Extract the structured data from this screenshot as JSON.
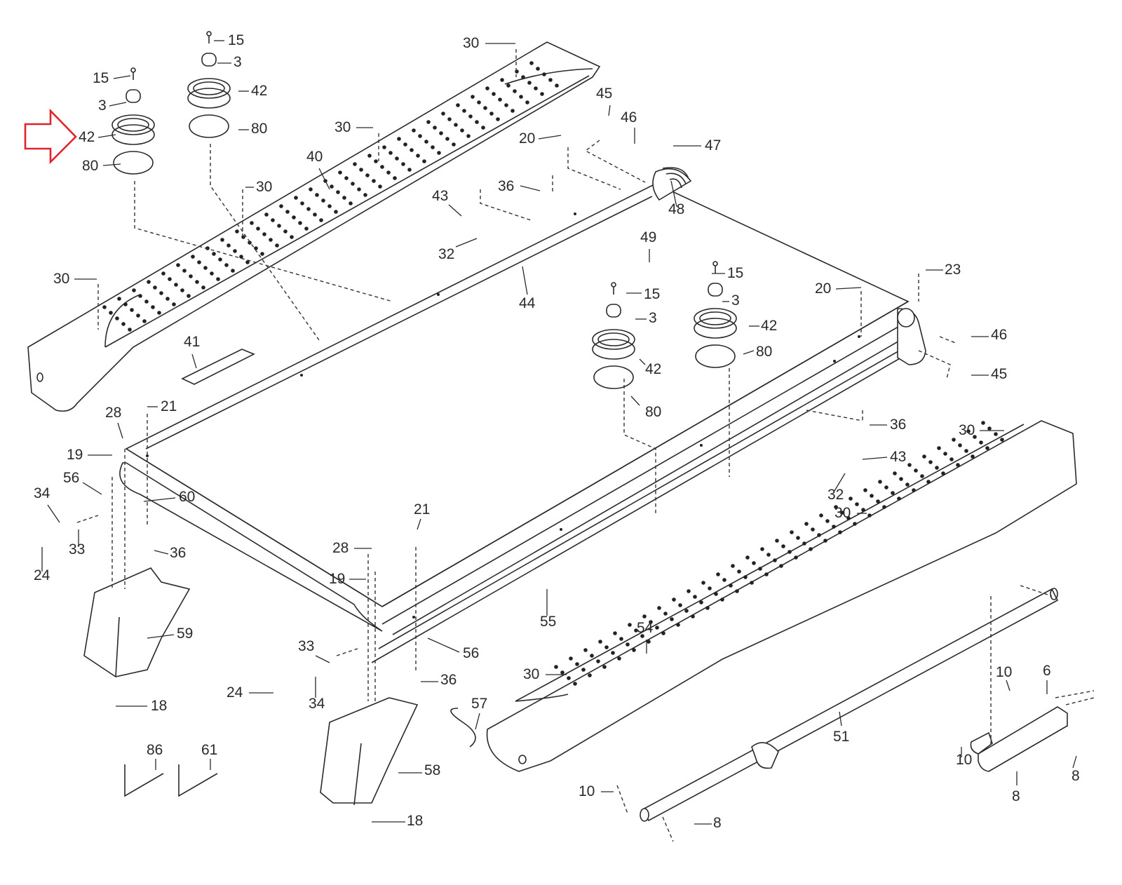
{
  "diagram": {
    "title": "Treadmill frame exploded parts diagram",
    "highlight": {
      "type": "arrow",
      "color": "#e0242b",
      "points_to_label": "42"
    },
    "callouts": [
      {
        "id": "c-15a",
        "label": "15",
        "part": "screw"
      },
      {
        "id": "c-3a",
        "label": "3",
        "part": "spacer"
      },
      {
        "id": "c-42a",
        "label": "42",
        "part": "cushion-ring",
        "highlighted": true
      },
      {
        "id": "c-80a",
        "label": "80",
        "part": "cushion-base"
      },
      {
        "id": "c-15b",
        "label": "15",
        "part": "screw"
      },
      {
        "id": "c-3b",
        "label": "3",
        "part": "spacer"
      },
      {
        "id": "c-42b",
        "label": "42",
        "part": "cushion-ring"
      },
      {
        "id": "c-80b",
        "label": "80",
        "part": "cushion-base"
      },
      {
        "id": "c-30a",
        "label": "30",
        "part": "screw"
      },
      {
        "id": "c-30b",
        "label": "30",
        "part": "screw"
      },
      {
        "id": "c-30c",
        "label": "30",
        "part": "screw"
      },
      {
        "id": "c-30d",
        "label": "30",
        "part": "screw"
      },
      {
        "id": "c-40",
        "label": "40",
        "part": "left-foot-rail"
      },
      {
        "id": "c-20a",
        "label": "20",
        "part": "bolt"
      },
      {
        "id": "c-45a",
        "label": "45",
        "part": "grommet"
      },
      {
        "id": "c-46a",
        "label": "46",
        "part": "wheel"
      },
      {
        "id": "c-47",
        "label": "47",
        "part": "screw"
      },
      {
        "id": "c-48",
        "label": "48",
        "part": "roller"
      },
      {
        "id": "c-36a",
        "label": "36",
        "part": "nut"
      },
      {
        "id": "c-43a",
        "label": "43",
        "part": "bracket"
      },
      {
        "id": "c-32a",
        "label": "32",
        "part": "screws"
      },
      {
        "id": "c-49",
        "label": "49",
        "part": "walking-belt"
      },
      {
        "id": "c-44",
        "label": "44",
        "part": "deck"
      },
      {
        "id": "c-41",
        "label": "41",
        "part": "decal"
      },
      {
        "id": "c-15c",
        "label": "15",
        "part": "screw"
      },
      {
        "id": "c-3c",
        "label": "3",
        "part": "spacer"
      },
      {
        "id": "c-42c",
        "label": "42",
        "part": "cushion-ring"
      },
      {
        "id": "c-80c",
        "label": "80",
        "part": "cushion-base"
      },
      {
        "id": "c-15d",
        "label": "15",
        "part": "screw"
      },
      {
        "id": "c-3d",
        "label": "3",
        "part": "spacer"
      },
      {
        "id": "c-42d",
        "label": "42",
        "part": "cushion-ring"
      },
      {
        "id": "c-80d",
        "label": "80",
        "part": "cushion-base"
      },
      {
        "id": "c-20b",
        "label": "20",
        "part": "bolt"
      },
      {
        "id": "c-23",
        "label": "23",
        "part": "bolt"
      },
      {
        "id": "c-46b",
        "label": "46",
        "part": "wheel"
      },
      {
        "id": "c-45b",
        "label": "45",
        "part": "grommet"
      },
      {
        "id": "c-36b",
        "label": "36",
        "part": "nut"
      },
      {
        "id": "c-43b",
        "label": "43",
        "part": "bracket"
      },
      {
        "id": "c-32b",
        "label": "32",
        "part": "screws"
      },
      {
        "id": "c-30e",
        "label": "30",
        "part": "screw"
      },
      {
        "id": "c-30f",
        "label": "30",
        "part": "screw"
      },
      {
        "id": "c-21a",
        "label": "21",
        "part": "bolt"
      },
      {
        "id": "c-28a",
        "label": "28",
        "part": "screw"
      },
      {
        "id": "c-19a",
        "label": "19",
        "part": "screw"
      },
      {
        "id": "c-56a",
        "label": "56",
        "part": "idler-bracket"
      },
      {
        "id": "c-60",
        "label": "60",
        "part": "front-roller"
      },
      {
        "id": "c-34a",
        "label": "34",
        "part": "washer"
      },
      {
        "id": "c-33a",
        "label": "33",
        "part": "washer"
      },
      {
        "id": "c-24a",
        "label": "24",
        "part": "bolt"
      },
      {
        "id": "c-36c",
        "label": "36",
        "part": "nut"
      },
      {
        "id": "c-59",
        "label": "59",
        "part": "left-endcap"
      },
      {
        "id": "c-18a",
        "label": "18",
        "part": "screws"
      },
      {
        "id": "c-21b",
        "label": "21",
        "part": "bolt"
      },
      {
        "id": "c-28b",
        "label": "28",
        "part": "screw"
      },
      {
        "id": "c-19b",
        "label": "19",
        "part": "screw"
      },
      {
        "id": "c-55",
        "label": "55",
        "part": "frame-rail"
      },
      {
        "id": "c-56b",
        "label": "56",
        "part": "idler-bracket"
      },
      {
        "id": "c-33b",
        "label": "33",
        "part": "washer"
      },
      {
        "id": "c-24b",
        "label": "24",
        "part": "bolt"
      },
      {
        "id": "c-34b",
        "label": "34",
        "part": "washer"
      },
      {
        "id": "c-36d",
        "label": "36",
        "part": "nut"
      },
      {
        "id": "c-57",
        "label": "57",
        "part": "ground-wire"
      },
      {
        "id": "c-58",
        "label": "58",
        "part": "right-endcap"
      },
      {
        "id": "c-18b",
        "label": "18",
        "part": "screws"
      },
      {
        "id": "c-86",
        "label": "86",
        "part": "hex-key"
      },
      {
        "id": "c-61",
        "label": "61",
        "part": "hex-key"
      },
      {
        "id": "c-54",
        "label": "54",
        "part": "right-foot-rail"
      },
      {
        "id": "c-30g",
        "label": "30",
        "part": "screw"
      },
      {
        "id": "c-51",
        "label": "51",
        "part": "base-tube"
      },
      {
        "id": "c-10a",
        "label": "10",
        "part": "nut"
      },
      {
        "id": "c-8a",
        "label": "8",
        "part": "bolt"
      },
      {
        "id": "c-10b",
        "label": "10",
        "part": "nuts"
      },
      {
        "id": "c-6",
        "label": "6",
        "part": "bracket"
      },
      {
        "id": "c-10c",
        "label": "10",
        "part": "nut"
      },
      {
        "id": "c-8b",
        "label": "8",
        "part": "bolt"
      },
      {
        "id": "c-8c",
        "label": "8",
        "part": "bolts"
      }
    ]
  }
}
